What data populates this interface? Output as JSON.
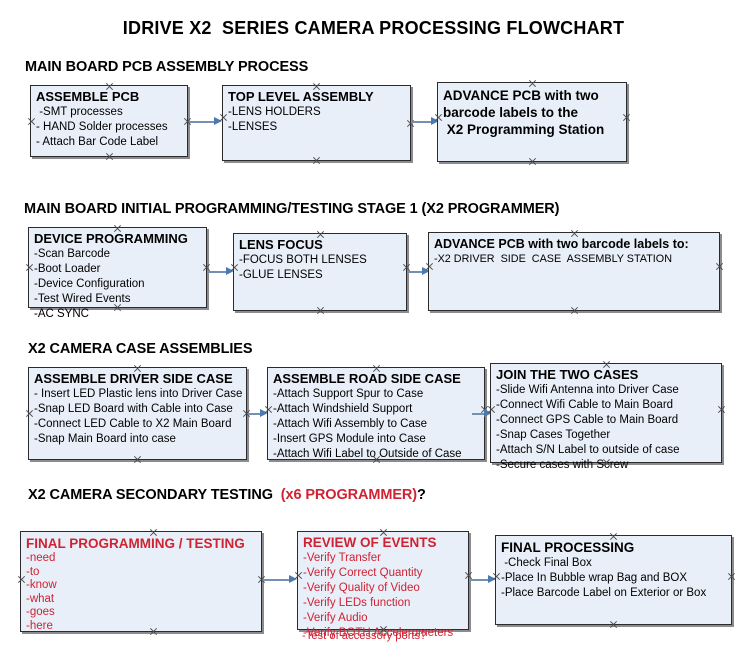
{
  "document": {
    "title": "IDRIVE X2  SERIES CAMERA PROCESSING FLOWCHART",
    "accent_blue": "#e9eff8",
    "accent_red": "#cf2233",
    "arrow_color": "#4a7ab0",
    "border_color": "#2b2b2b"
  },
  "sections": [
    {
      "id": "main-board-pcb-assembly-process",
      "header": "MAIN BOARD PCB ASSEMBLY PROCESS",
      "header_red": "",
      "header_suffix": ""
    },
    {
      "id": "main-board-initial-programming",
      "header": "MAIN BOARD INITIAL PROGRAMMING/TESTING STAGE 1 (X2 PROGRAMMER)",
      "header_red": "",
      "header_suffix": ""
    },
    {
      "id": "x2-camera-case-assemblies",
      "header": "X2 CAMERA CASE ASSEMBLIES",
      "header_red": "",
      "header_suffix": ""
    },
    {
      "id": "x2-camera-secondary-testing",
      "header": "X2 CAMERA SECONDARY TESTING  ",
      "header_red": "(x6 PROGRAMMER)",
      "header_suffix": "?"
    }
  ],
  "nodes": {
    "assemble_pcb": {
      "title": "ASSEMBLE PCB",
      "lines": [
        " -SMT processes",
        "- HAND Solder processes",
        "- Attach Bar Code Label"
      ]
    },
    "top_level_assembly": {
      "title": "TOP LEVEL ASSEMBLY",
      "lines": [
        "-LENS HOLDERS",
        "-LENSES"
      ]
    },
    "advance_pcb_station": {
      "title": "ADVANCE PCB with two",
      "lines": [
        "barcode labels to the",
        " X2 Programming Station"
      ]
    },
    "device_programming": {
      "title": "DEVICE PROGRAMMING",
      "lines": [
        "-Scan Barcode",
        "-Boot Loader",
        "-Device Configuration",
        "-Test Wired Events",
        "-AC SYNC"
      ]
    },
    "lens_focus": {
      "title": "LENS FOCUS",
      "lines": [
        "-FOCUS BOTH LENSES",
        "-GLUE LENSES"
      ]
    },
    "advance_pcb_driver_side": {
      "title": "ADVANCE PCB with two barcode labels to:",
      "lines": [
        "-X2 DRIVER  SIDE  CASE  ASSEMBLY STATION"
      ]
    },
    "assemble_driver_side_case": {
      "title": "ASSEMBLE DRIVER SIDE CASE",
      "lines": [
        "- Insert LED Plastic lens into Driver Case",
        "-Snap LED Board with Cable into Case",
        "-Connect LED Cable to X2 Main Board",
        "-Snap Main Board into case"
      ]
    },
    "assemble_road_side_case": {
      "title": "ASSEMBLE ROAD SIDE CASE",
      "lines": [
        "-Attach Support Spur to Case",
        "-Attach Windshield Support",
        "-Attach Wifi Assembly to Case",
        "-Insert GPS Module into Case",
        "-Attach Wifi Label to Outside of Case"
      ]
    },
    "join_the_two_cases": {
      "title": "JOIN THE TWO CASES",
      "lines": [
        "-Slide Wifi Antenna into Driver Case",
        "-Connect Wifi Cable to Main Board",
        "-Connect GPS Cable to Main Board",
        "-Snap Cases Together",
        "-Attach S/N Label to outside of case",
        "-Secure cases with Screw"
      ]
    },
    "final_programming_testing": {
      "title": "FINAL PROGRAMMING / TESTING",
      "lines": [
        "-need",
        "-to",
        "-know",
        "-what",
        "-goes",
        "-here"
      ]
    },
    "review_of_events": {
      "title": "REVIEW OF EVENTS",
      "lines": [
        "-Verify Transfer",
        "-Verify Correct Quantity",
        "-Verify Quality of Video",
        "-Verify LEDs function",
        "-Verify Audio",
        "-Verify BOTH Accelerometers"
      ],
      "overflow_line": "-Test of accessory ports?"
    },
    "final_processing": {
      "title": "FINAL PROCESSING",
      "lines": [
        " -Check Final Box",
        "-Place In Bubble wrap Bag and BOX",
        "-Place Barcode Label on Exterior or Box"
      ]
    }
  }
}
